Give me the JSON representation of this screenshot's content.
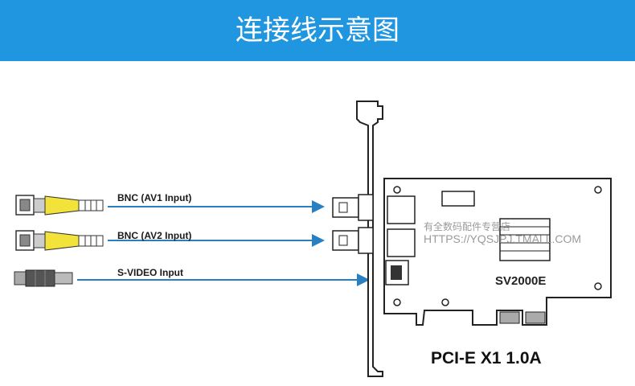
{
  "header": {
    "title": "连接线示意图"
  },
  "colors": {
    "banner": "#2196e0",
    "arrow": "#2a7fc0",
    "bnc_yellow": "#f2e23a"
  },
  "cables": [
    {
      "label": "BNC (AV1 Input)",
      "kind": "bnc"
    },
    {
      "label": "BNC (AV2 Input)",
      "kind": "bnc"
    },
    {
      "label": "S-VIDEO Input",
      "kind": "svideo"
    }
  ],
  "card": {
    "chip_label": "SV2000E",
    "bus_label": "PCI-E X1 1.0A"
  },
  "watermark": {
    "line1": "有全数码配件专营店",
    "line2": "HTTPS://YQSJPJ.TMALL.COM"
  }
}
